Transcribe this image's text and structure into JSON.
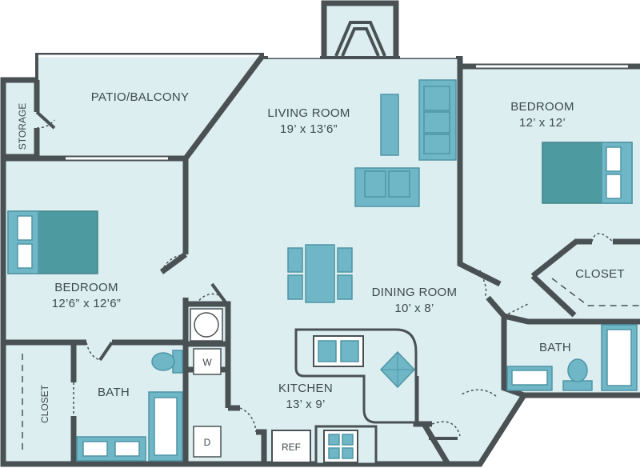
{
  "rooms": {
    "patio": {
      "name": "PATIO/BALCONY"
    },
    "storage": {
      "name": "STORAGE"
    },
    "living": {
      "name": "LIVING ROOM",
      "size": "19’ x 13’6”"
    },
    "bedroom_right": {
      "name": "BEDROOM",
      "size": "12’ x 12’"
    },
    "bedroom_left": {
      "name": "BEDROOM",
      "size": "12’6” x 12’6”"
    },
    "dining": {
      "name": "DINING ROOM",
      "size": "10’ x 8’"
    },
    "closet_right": {
      "name": "CLOSET"
    },
    "bath_right": {
      "name": "BATH"
    },
    "kitchen": {
      "name": "KITCHEN",
      "size": "13’ x 9’"
    },
    "bath_left": {
      "name": "BATH"
    },
    "closet_left": {
      "name": "CLOSET"
    }
  },
  "appliances": {
    "washer": "W",
    "dryer": "D",
    "refrigerator": "REF"
  },
  "colors": {
    "floor": "#dceef0",
    "wall": "#4a5154",
    "furniture": "#6fb6c6",
    "bed": "#4d9aa0"
  }
}
